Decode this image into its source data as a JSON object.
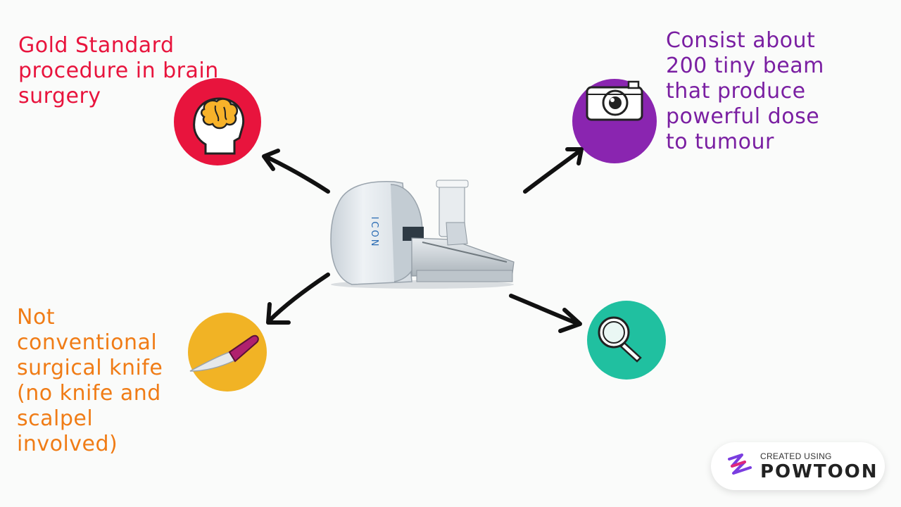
{
  "nodes": {
    "top_left": {
      "text": "Gold Standard\nprocedure in brain\nsurgery",
      "color": "#e8143d",
      "icon": "brain-head-icon",
      "circle_color": "#e8143d"
    },
    "top_right": {
      "text": "Consist about\n200 tiny beam\nthat produce\npowerful dose\nto tumour",
      "color": "#7a1fa2",
      "icon": "camera-icon",
      "circle_color": "#8a25b0"
    },
    "bottom_left": {
      "text": "Not\nconventional\nsurgical knife\n(no knife and\nscalpel\ninvolved)",
      "color": "#f07c16",
      "icon": "knife-icon",
      "circle_color": "#f1b325"
    },
    "bottom_right": {
      "text": "",
      "icon": "magnifier-icon",
      "circle_color": "#20c0a0"
    }
  },
  "center": {
    "device_label": "ICON",
    "icon": "gamma-knife-machine"
  },
  "badge": {
    "top_label": "CREATED USING",
    "brand": "POWTOON"
  }
}
